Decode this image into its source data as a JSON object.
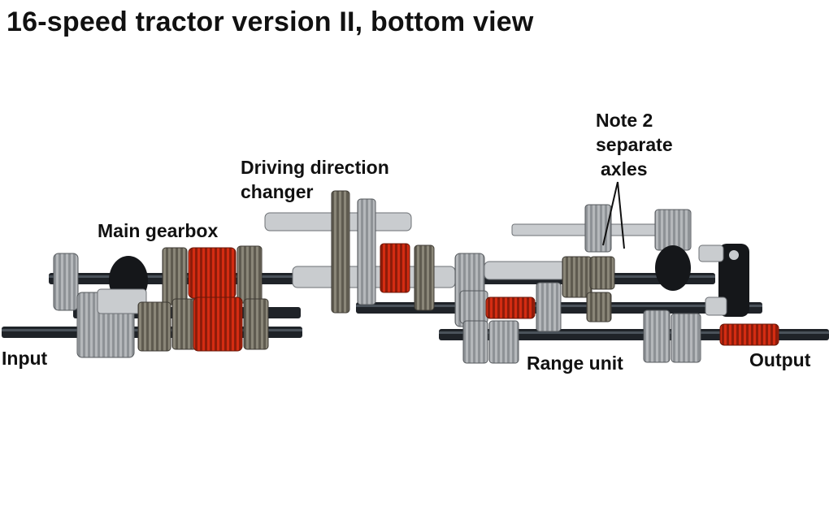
{
  "title": "16-speed tractor version II, bottom view",
  "labels": {
    "input": "Input",
    "main_gearbox": "Main gearbox",
    "driving_direction_changer": [
      "Driving direction",
      "changer"
    ],
    "note": [
      "Note 2",
      "separate",
      "axles"
    ],
    "range_unit": "Range unit",
    "output": "Output"
  },
  "colors": {
    "axle": "#1f2328",
    "axle_highlight": "#4a525a",
    "light_gray_part": "#c9cccf",
    "dark_gray_gear": "#8a8678",
    "red_part": "#d42c12",
    "black_part": "#15171a"
  }
}
